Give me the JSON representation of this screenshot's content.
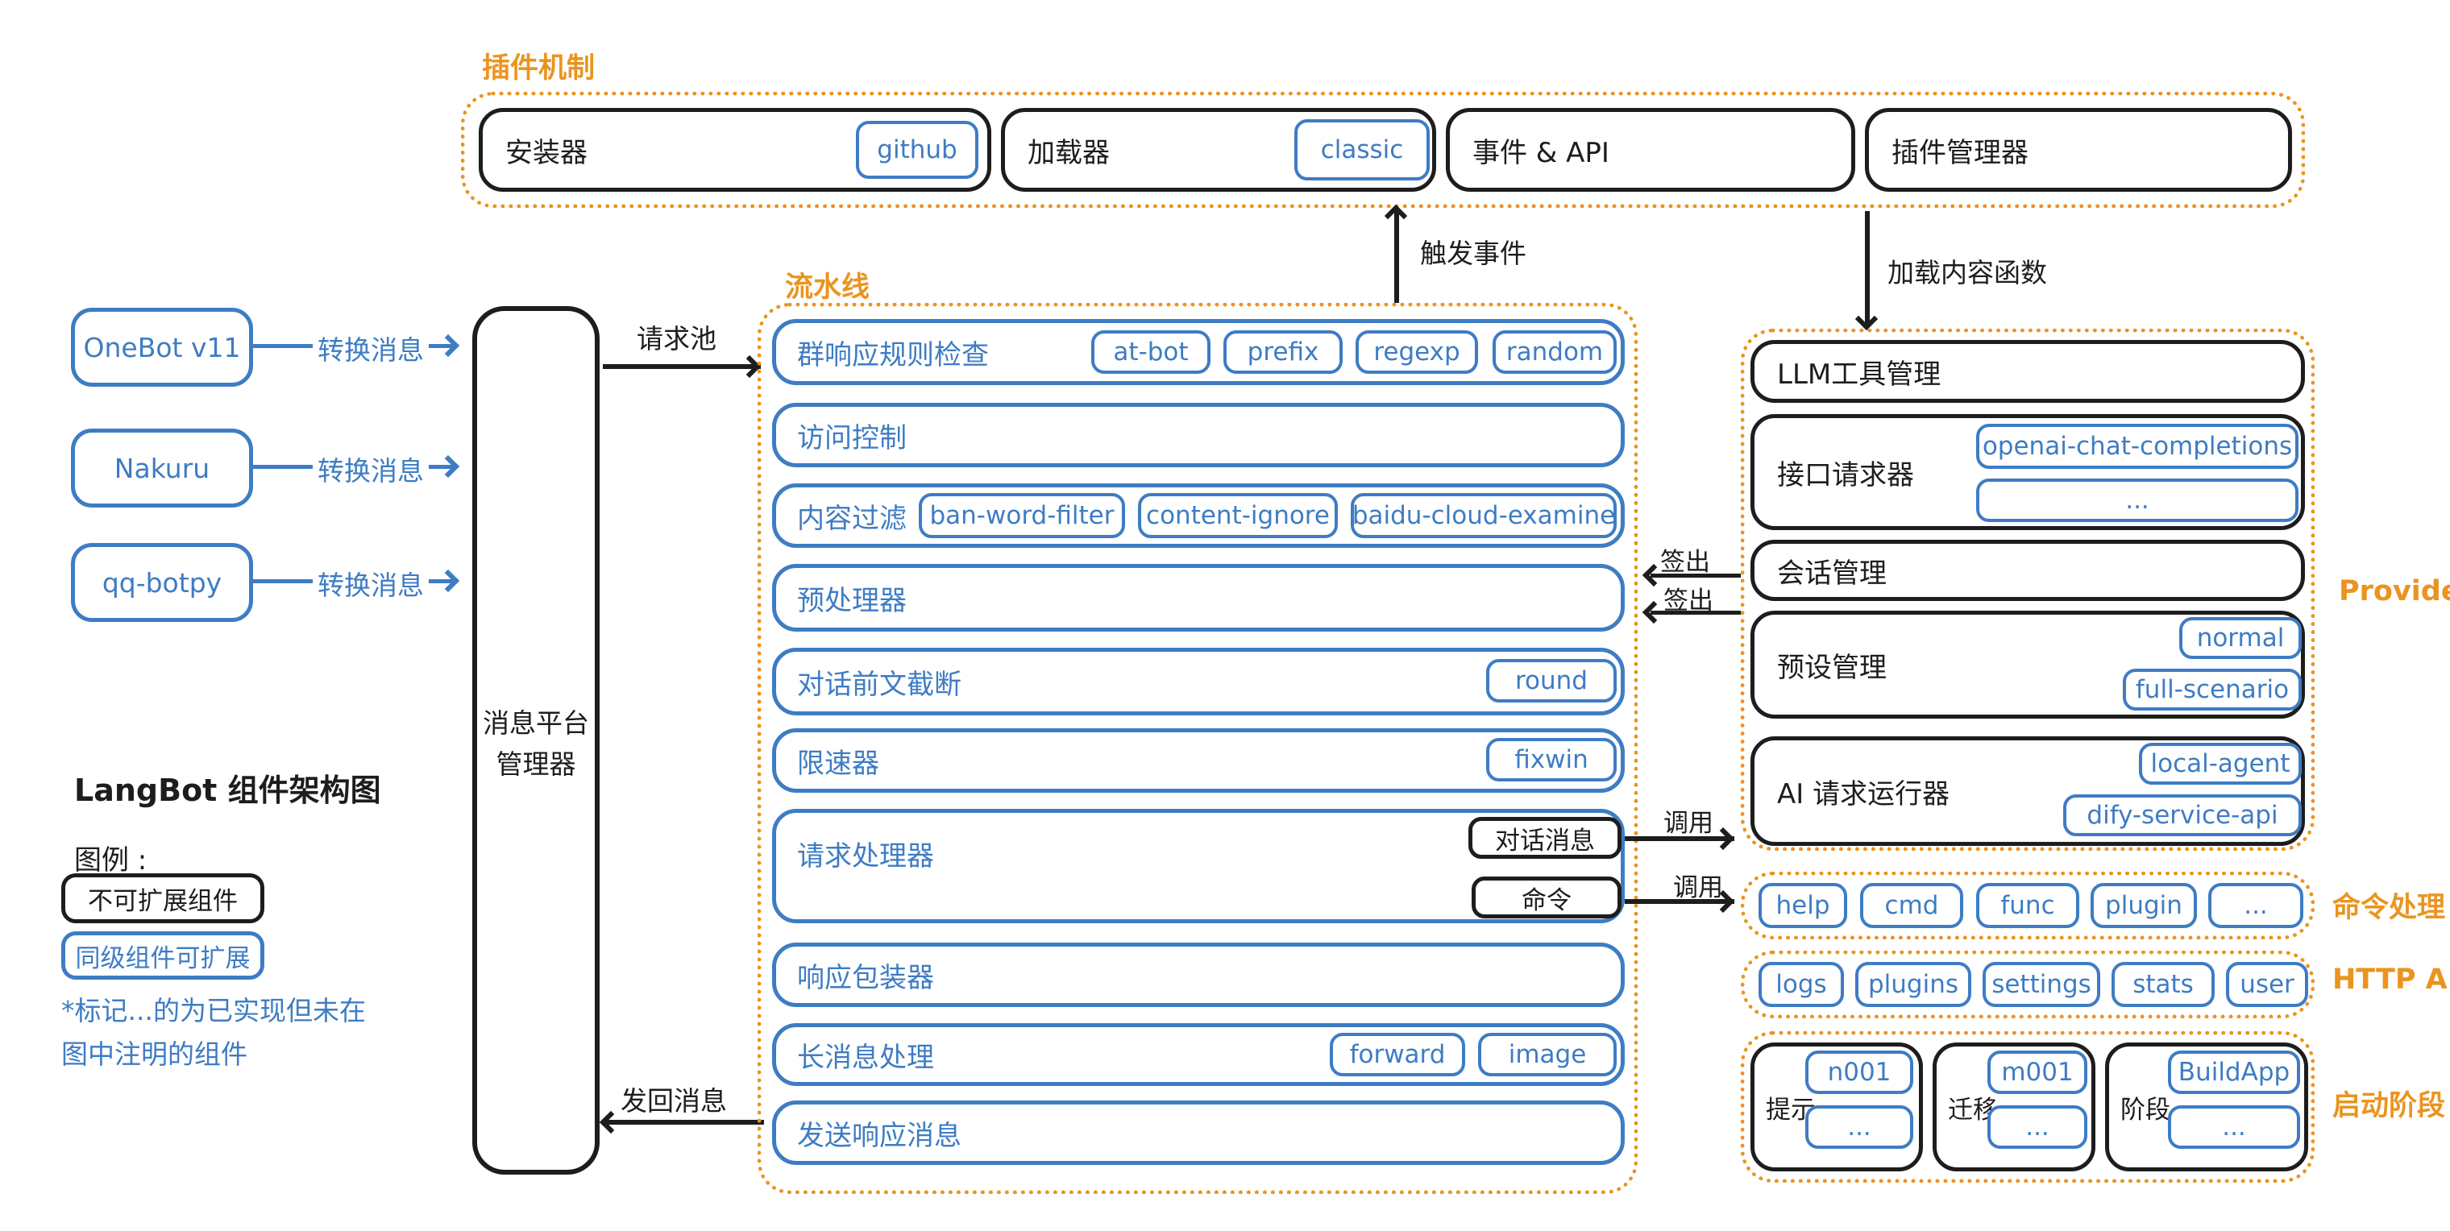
{
  "title": "LangBot 组件架构图",
  "colors": {
    "blue": "#3e7cc4",
    "orange": "#ea941f",
    "black": "#1d1d1d"
  },
  "plugin_section": {
    "label": "插件机制",
    "installer": {
      "title": "安装器",
      "badge": "github"
    },
    "loader": {
      "title": "加载器",
      "badge": "classic"
    },
    "event_api": {
      "title": "事件 & API"
    },
    "plugin_manager": {
      "title": "插件管理器"
    }
  },
  "adapters": [
    {
      "label": "OneBot v11"
    },
    {
      "label": "Nakuru"
    },
    {
      "label": "qq-botpy"
    }
  ],
  "platform_manager": {
    "line1": "消息平台",
    "line2": "管理器"
  },
  "arrows": {
    "convert_message": "转换消息",
    "request_pool": "请求池",
    "send_back": "发回消息",
    "trigger_event": "触发事件",
    "load_content_func": "加载内容函数",
    "checkout": "签出",
    "invoke": "调用"
  },
  "pipeline": {
    "label": "流水线",
    "rows": [
      {
        "title": "群响应规则检查",
        "badges": [
          "at-bot",
          "prefix",
          "regexp",
          "random"
        ]
      },
      {
        "title": "访问控制",
        "badges": []
      },
      {
        "title": "内容过滤",
        "badges": [
          "ban-word-filter",
          "content-ignore",
          "baidu-cloud-examine"
        ]
      },
      {
        "title": "预处理器",
        "badges": []
      },
      {
        "title": "对话前文截断",
        "badges": [
          "round"
        ]
      },
      {
        "title": "限速器",
        "badges": [
          "fixwin"
        ]
      },
      {
        "title": "请求处理器",
        "tags": [
          "对话消息",
          "命令"
        ]
      },
      {
        "title": "响应包装器",
        "badges": []
      },
      {
        "title": "长消息处理",
        "badges": [
          "forward",
          "image"
        ]
      },
      {
        "title": "发送响应消息",
        "badges": []
      }
    ]
  },
  "provider": {
    "label": "Provider",
    "boxes": [
      {
        "title": "LLM工具管理",
        "badges": []
      },
      {
        "title": "接口请求器",
        "badges": [
          "openai-chat-completions",
          "..."
        ]
      },
      {
        "title": "会话管理",
        "badges": []
      },
      {
        "title": "预设管理",
        "badges": [
          "normal",
          "full-scenario"
        ]
      },
      {
        "title": "AI 请求运行器",
        "badges": [
          "local-agent",
          "dify-service-api"
        ]
      }
    ]
  },
  "command_section": {
    "label": "命令处理",
    "badges": [
      "help",
      "cmd",
      "func",
      "plugin",
      "..."
    ]
  },
  "http_api_section": {
    "label": "HTTP API",
    "badges": [
      "logs",
      "plugins",
      "settings",
      "stats",
      "user"
    ]
  },
  "startup_section": {
    "label": "启动阶段",
    "groups": [
      {
        "title": "提示",
        "badges": [
          "n001",
          "..."
        ]
      },
      {
        "title": "迁移",
        "badges": [
          "m001",
          "..."
        ]
      },
      {
        "title": "阶段",
        "badges": [
          "BuildApp",
          "..."
        ]
      }
    ]
  },
  "legend": {
    "heading": "图例 :",
    "non_extensible": "不可扩展组件",
    "extensible": "同级组件可扩展",
    "note_line1": "*标记...的为已实现但未在",
    "note_line2": "图中注明的组件"
  }
}
